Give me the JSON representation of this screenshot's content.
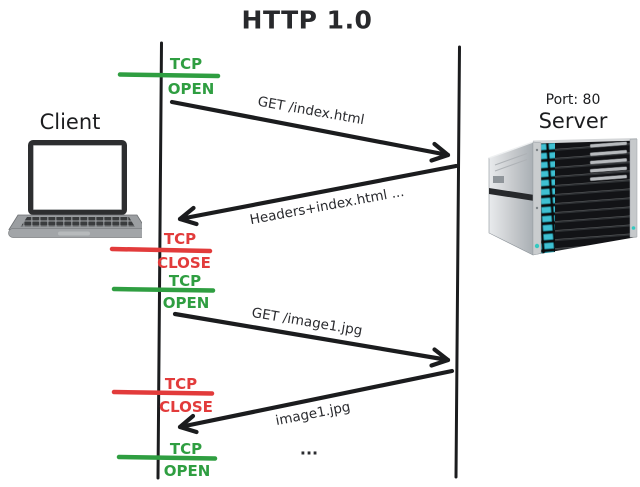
{
  "title": "HTTP 1.0",
  "client": {
    "label": "Client",
    "icon": "laptop-icon"
  },
  "server": {
    "port_label": "Port: 80",
    "label": "Server",
    "icon": "server-rack-icon"
  },
  "messages": [
    {
      "label": "GET /index.html",
      "direction": "client-to-server"
    },
    {
      "label": "Headers+index.html ...",
      "direction": "server-to-client"
    },
    {
      "label": "GET /image1.jpg",
      "direction": "client-to-server"
    },
    {
      "label": "image1.jpg",
      "direction": "server-to-client"
    }
  ],
  "tcp_events": [
    {
      "line1": "TCP",
      "line2": "OPEN",
      "type": "open"
    },
    {
      "line1": "TCP",
      "line2": "CLOSE",
      "type": "close"
    },
    {
      "line1": "TCP",
      "line2": "OPEN",
      "type": "open"
    },
    {
      "line1": "TCP",
      "line2": "CLOSE",
      "type": "close"
    },
    {
      "line1": "TCP",
      "line2": "OPEN",
      "type": "open"
    }
  ],
  "ellipsis": "...",
  "colors": {
    "green": "#2f9e41",
    "red": "#e23b3b",
    "ink": "#1f2023",
    "teal": "#3fc0d2"
  }
}
